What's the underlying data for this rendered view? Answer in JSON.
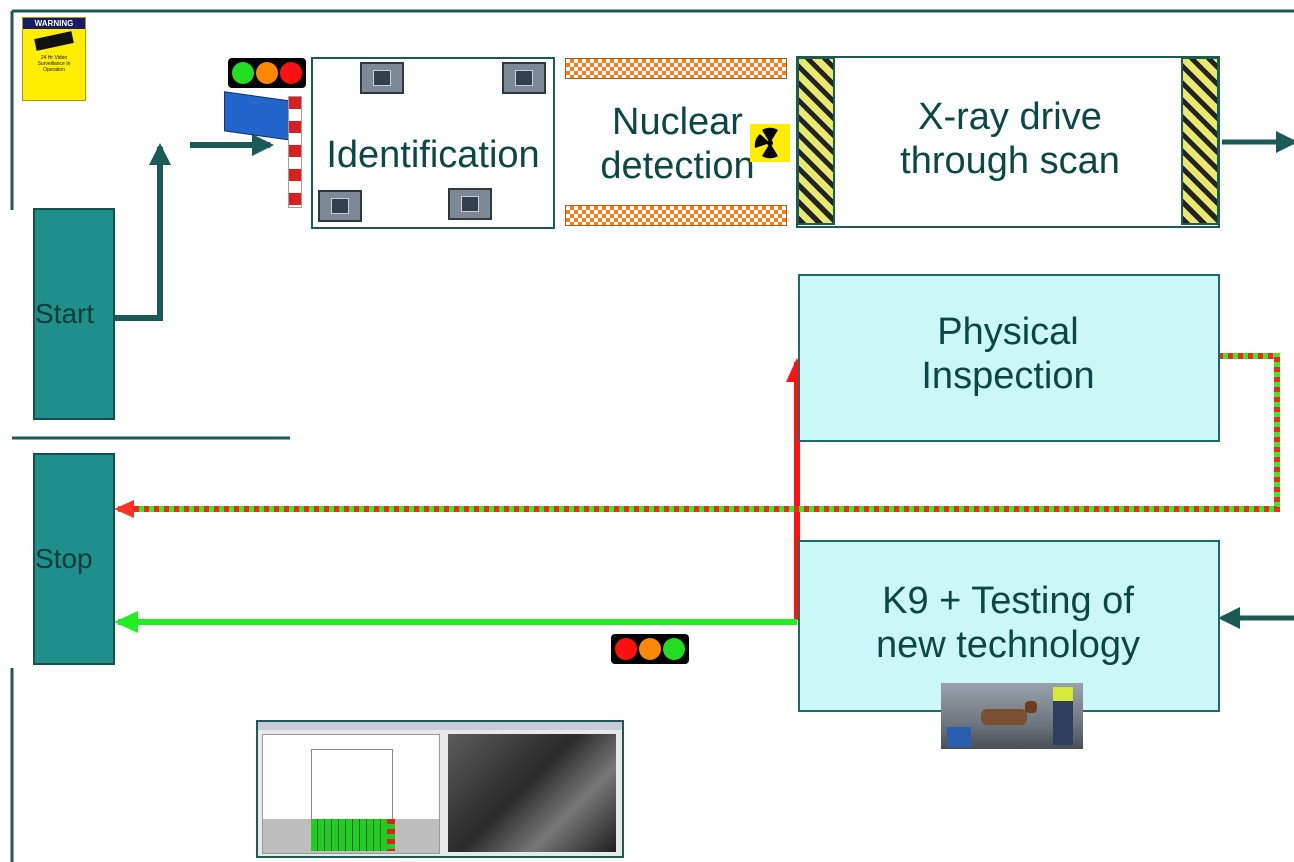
{
  "stations": {
    "start_label": "Start",
    "stop_label": "Stop"
  },
  "steps": {
    "identification": "Identification",
    "nuclear_line1": "Nuclear",
    "nuclear_line2": "detection",
    "xray_line1": "X-ray drive",
    "xray_line2": "through scan",
    "physical_line1": "Physical",
    "physical_line2": "Inspection",
    "k9_line1": "K9 + Testing of",
    "k9_line2": "new technology"
  },
  "warning_sign": {
    "header": "WARNING",
    "text": "24 Hr Video Surveillance In Operation"
  },
  "traffic_lights": {
    "entry_order": [
      "green",
      "orange",
      "red"
    ],
    "exit_order": [
      "red",
      "orange",
      "green"
    ]
  },
  "colors": {
    "teal_station": "#1f8f8b",
    "dark_teal": "#1b5a55",
    "inspection_fill": "#ccf7f7",
    "release_green": "#22ee22",
    "alert_red": "#ff1111",
    "checkpoint_orange": "#ff7a1a"
  },
  "icons": [
    "warning-sign-icon",
    "camera-icon",
    "barrier-gate-icon",
    "radiation-icon",
    "dog-handler-photo",
    "scan-software-screenshot"
  ]
}
